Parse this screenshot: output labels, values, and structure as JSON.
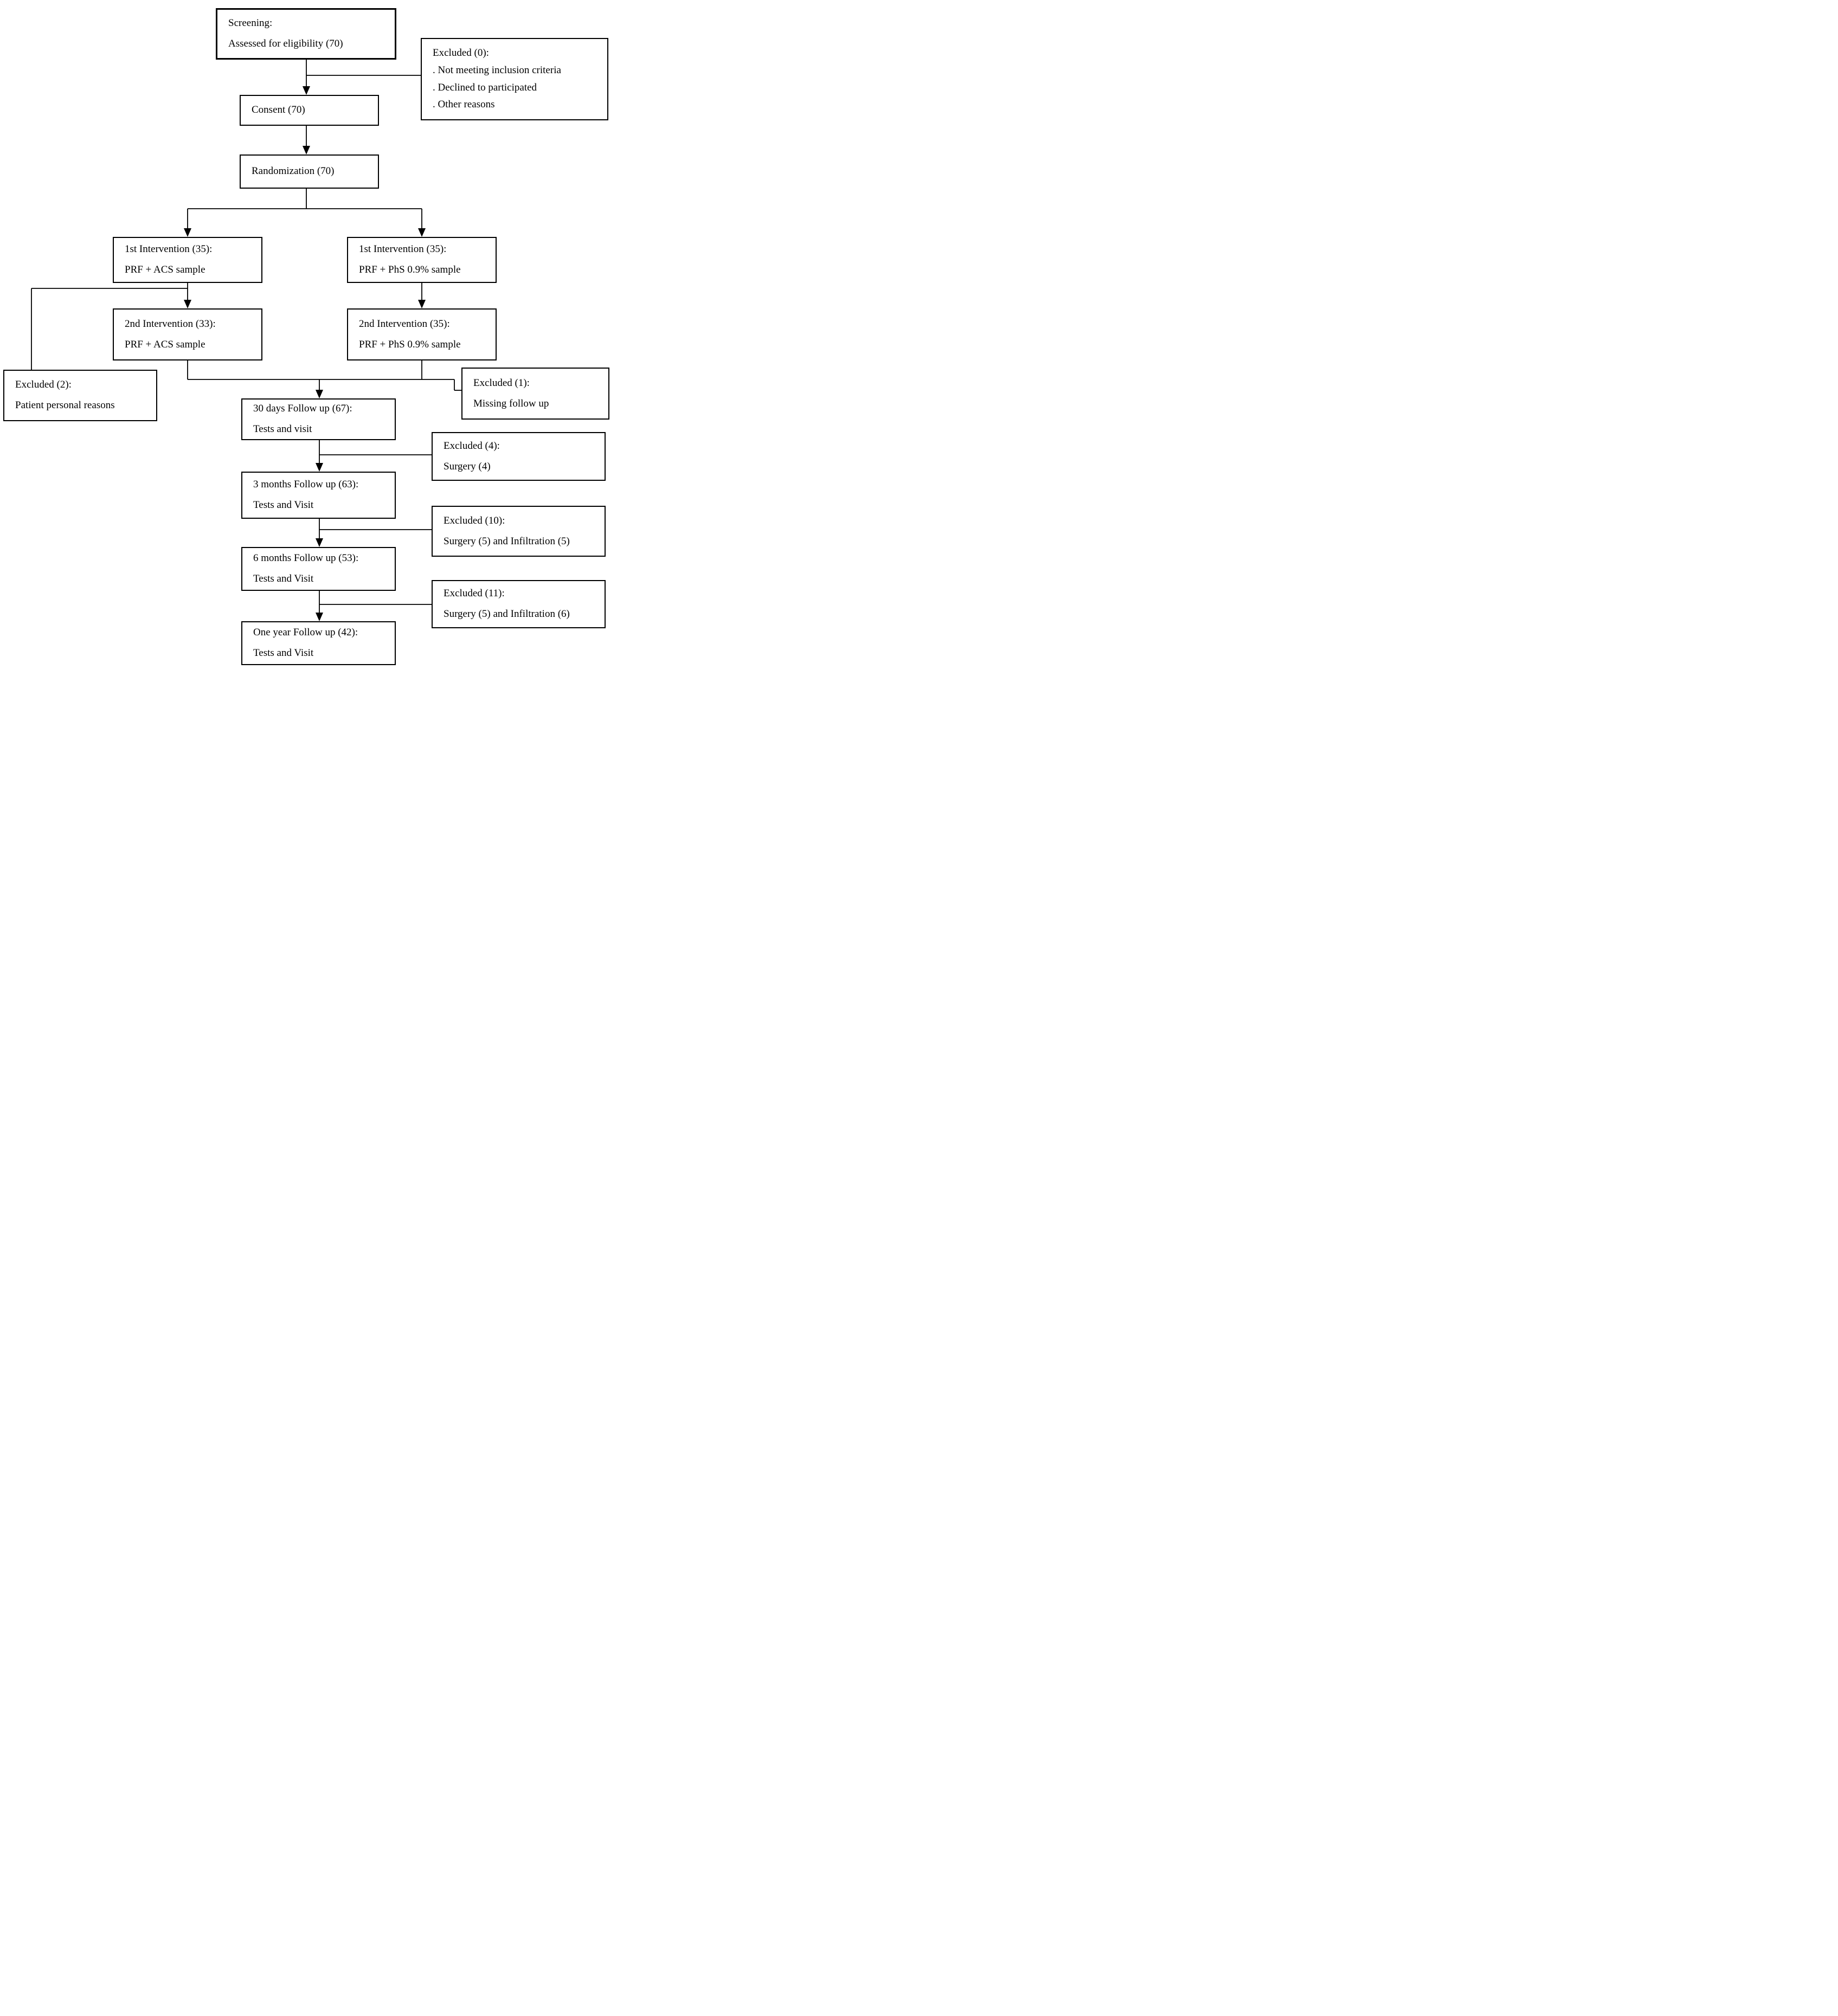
{
  "figure": {
    "type": "flowchart",
    "description": "Randomized clinical trial participant flow diagram (CONSORT-style)"
  },
  "colors": {
    "background": "#ffffff",
    "box_border": "#000000",
    "connector": "#000000",
    "text": "#000000"
  },
  "nodes": {
    "screening": {
      "lines": [
        "Screening:",
        "Assessed for eligibility (70)"
      ]
    },
    "excluded_screening": {
      "lines": [
        "Excluded (0):",
        ". Not meeting inclusion criteria",
        ". Declined to participated",
        ". Other reasons"
      ]
    },
    "consent": {
      "lines": [
        "Consent (70)"
      ]
    },
    "randomization": {
      "lines": [
        "Randomization (70)"
      ]
    },
    "intervention1_left": {
      "lines": [
        "1st Intervention (35):",
        "PRF + ACS sample"
      ]
    },
    "intervention1_right": {
      "lines": [
        "1st Intervention (35):",
        "PRF + PhS 0.9% sample"
      ]
    },
    "intervention2_left": {
      "lines": [
        "2nd Intervention (33):",
        "PRF + ACS sample"
      ]
    },
    "intervention2_right": {
      "lines": [
        "2nd Intervention (35):",
        "PRF + PhS 0.9% sample"
      ]
    },
    "excluded_personal": {
      "lines": [
        "Excluded (2):",
        "Patient personal reasons"
      ]
    },
    "excluded_missing": {
      "lines": [
        "Excluded (1):",
        "Missing follow up"
      ]
    },
    "followup_30d": {
      "lines": [
        "30 days Follow up (67):",
        "Tests and visit"
      ]
    },
    "excluded_30d": {
      "lines": [
        "Excluded (4):",
        "Surgery (4)"
      ]
    },
    "followup_3m": {
      "lines": [
        "3 months Follow up (63):",
        "Tests and Visit"
      ]
    },
    "excluded_3m": {
      "lines": [
        "Excluded (10):",
        "Surgery (5) and Infiltration (5)"
      ]
    },
    "followup_6m": {
      "lines": [
        "6 months Follow up (53):",
        "Tests and Visit"
      ]
    },
    "excluded_6m": {
      "lines": [
        "Excluded (11):",
        "Surgery (5) and Infiltration (6)"
      ]
    },
    "followup_1y": {
      "lines": [
        "One year Follow up (42):",
        "Tests and Visit"
      ]
    }
  },
  "edges": [
    {
      "from": "screening",
      "to": "consent"
    },
    {
      "from": "screening",
      "to": "excluded_screening"
    },
    {
      "from": "consent",
      "to": "randomization"
    },
    {
      "from": "randomization",
      "to": "intervention1_left"
    },
    {
      "from": "randomization",
      "to": "intervention1_right"
    },
    {
      "from": "intervention1_left",
      "to": "intervention2_left"
    },
    {
      "from": "intervention1_left",
      "to": "excluded_personal"
    },
    {
      "from": "intervention1_right",
      "to": "intervention2_right"
    },
    {
      "from": "intervention2_left",
      "to": "followup_30d"
    },
    {
      "from": "intervention2_right",
      "to": "followup_30d"
    },
    {
      "from": "intervention2_right",
      "to": "excluded_missing"
    },
    {
      "from": "followup_30d",
      "to": "followup_3m"
    },
    {
      "from": "followup_30d",
      "to": "excluded_30d"
    },
    {
      "from": "followup_3m",
      "to": "followup_6m"
    },
    {
      "from": "followup_3m",
      "to": "excluded_3m"
    },
    {
      "from": "followup_6m",
      "to": "followup_1y"
    },
    {
      "from": "followup_6m",
      "to": "excluded_6m"
    }
  ]
}
